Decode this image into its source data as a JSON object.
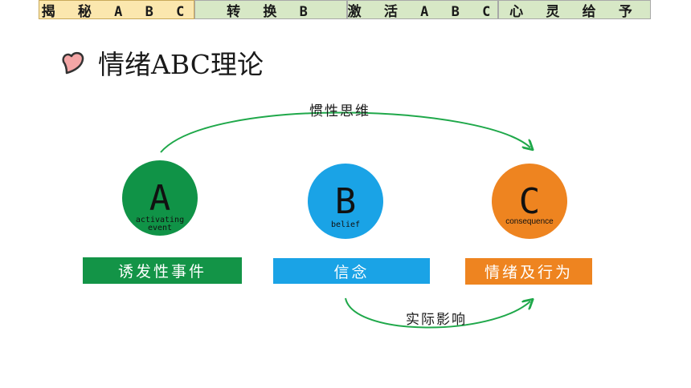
{
  "nav": {
    "tabs": [
      {
        "label": "揭 秘 A B C",
        "active": true
      },
      {
        "label": "转 换 B",
        "active": false
      },
      {
        "label": "激 活 A B C",
        "active": false
      },
      {
        "label": "心 灵 给 予",
        "active": false
      }
    ]
  },
  "page": {
    "title": "情绪ABC理论",
    "title_icon": "heart-icon"
  },
  "diagram": {
    "nodes": [
      {
        "letter": "A",
        "sub_line1": "activating",
        "sub_line2": "event",
        "label": "诱发性事件",
        "color": "#109347",
        "box_color": "#139447"
      },
      {
        "letter": "B",
        "sub_line1": "belief",
        "sub_line2": "",
        "label": "信念",
        "color": "#1aa3e6",
        "box_color": "#1aa3e6"
      },
      {
        "letter": "C",
        "sub_line1": "consequence",
        "sub_line2": "",
        "label": "情绪及行为",
        "color": "#ee8420",
        "box_color": "#ee8420"
      }
    ],
    "top_arrow_label": "惯性思维",
    "bottom_arrow_label": "实际影响",
    "arrow_color": "#1fa84a"
  }
}
